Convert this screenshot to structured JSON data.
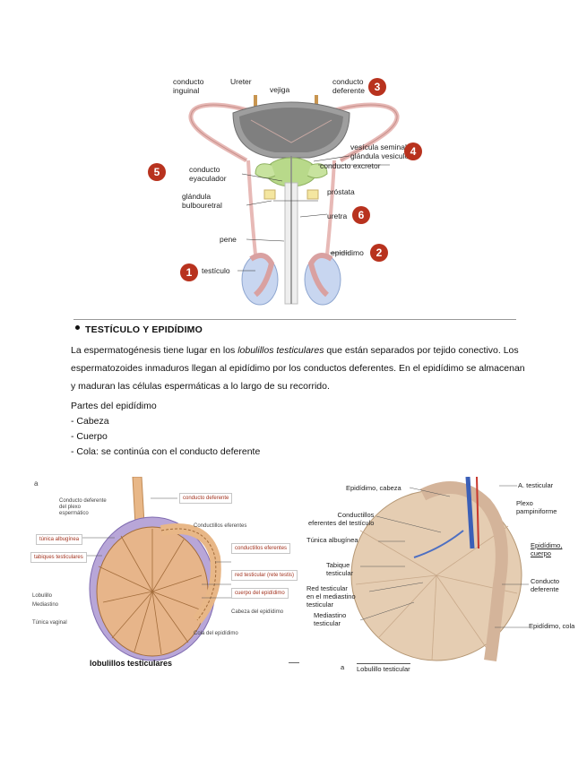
{
  "top_diagram": {
    "labels": {
      "conducto_inguinal": "conducto\ninguinal",
      "ureter": "Ureter",
      "vejiga": "vejiga",
      "conducto_deferente": "conducto\ndeferente",
      "vesicula_seminal": "vesícula seminal /\nglándula vesiculosa",
      "conducto_excretor": "conducto excretor",
      "conducto_eyaculador": "conducto\neyaculador",
      "prostata": "próstata",
      "glandula_bulbouretral": "glándula\nbulbouretral",
      "uretra": "uretra",
      "pene": "pene",
      "epididimo": "epidídimo",
      "testiculo": "testículo"
    },
    "badges": [
      "1",
      "2",
      "3",
      "4",
      "5",
      "6"
    ]
  },
  "section": {
    "title": "TESTÍCULO Y EPIDÍDIMO",
    "para1_pre": "La espermatogénesis tiene lugar en los ",
    "para1_italic": "lobulillos testiculares",
    "para1_post": " que están separados por tejido conectivo. Los espermatozoides inmaduros llegan al epidídimo por los conductos deferentes. En el epidídimo se almacenan y maduran las células espermáticas a lo largo de su recorrido.",
    "parts_title": "Partes del epidídimo",
    "parts": [
      "- Cabeza",
      "- Cuerpo",
      "- Cola: se continúa con el conducto deferente"
    ]
  },
  "left_diagram": {
    "corner": "a",
    "caption": "lobulillos testiculares",
    "tags": [
      "conducto deferente",
      "túnica albugínea",
      "tabiques testiculares",
      "conductillos eferentes",
      "red testicular (rete testis)",
      "cuerpo del epidídimo"
    ],
    "small_labels": [
      "Conducto deferente del plexo espermático",
      "Conductillos eferentes",
      "Cola del epidídimo",
      "Cabeza del epidídimo",
      "Lobulillo",
      "Mediastino",
      "Túnica vaginal"
    ]
  },
  "right_diagram": {
    "corner": "a",
    "labels": {
      "cabeza": "Epidídimo, cabeza",
      "conductillos": "Conductillos\neferentes del testículo",
      "albuginea": "Túnica albugínea",
      "tabique": "Tabique\ntesticular",
      "red": "Red testicular\nen el mediastino\ntesticular",
      "mediastino": "Mediastino\ntesticular",
      "lobulillo": "Lobulillo testicular",
      "a_testicular": "A. testicular",
      "plexo": "Plexo pampiniforme",
      "cuerpo": "Epidídimo,\ncuerpo",
      "deferente": "Conducto\ndeferente",
      "cola": "Epidídimo, cola"
    }
  },
  "colors": {
    "badge": "#b8321e",
    "bladder": "#8d8d8d",
    "vesicle": "#b8d98a",
    "testis": "#c8d6f0",
    "tubule": "#e8b787"
  }
}
